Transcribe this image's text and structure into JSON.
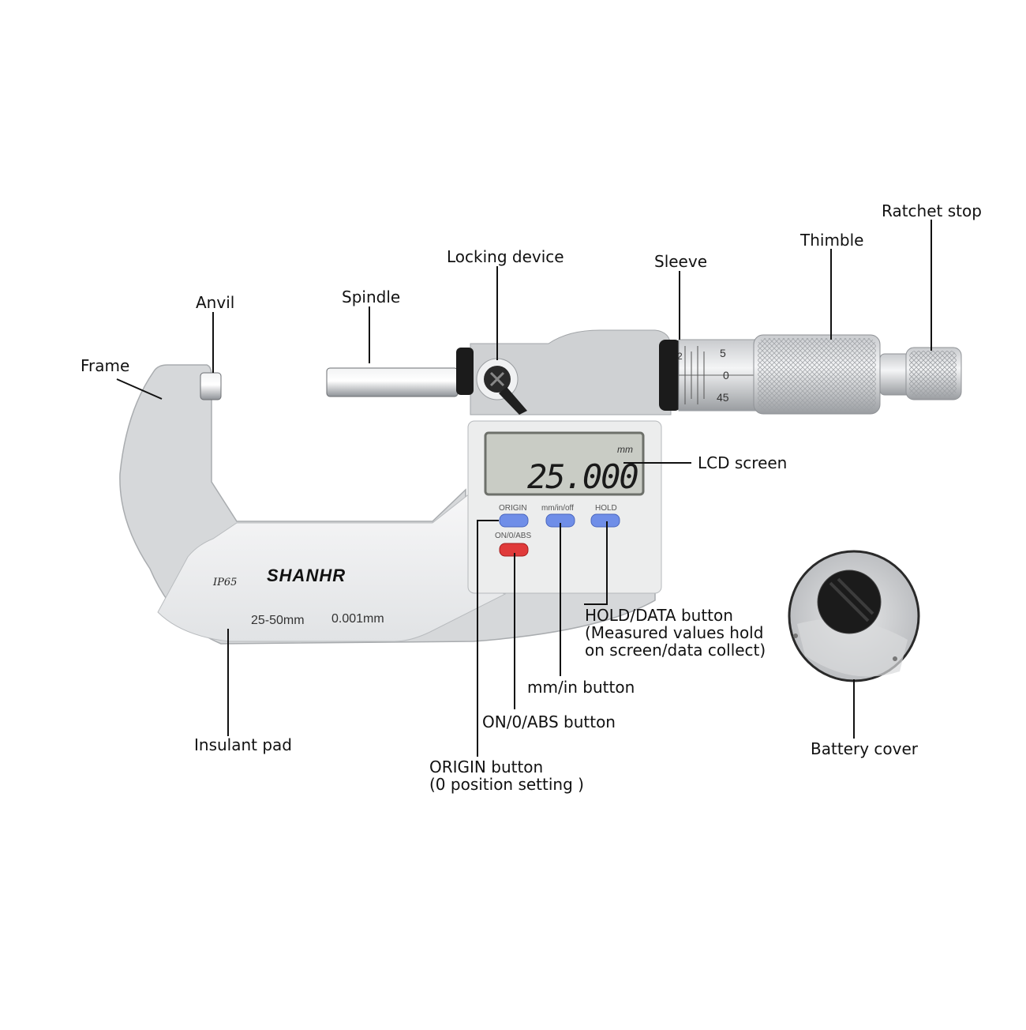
{
  "labels": {
    "ratchet_stop": "Ratchet stop",
    "thimble": "Thimble",
    "sleeve": "Sleeve",
    "locking_device": "Locking device",
    "spindle": "Spindle",
    "anvil": "Anvil",
    "frame": "Frame",
    "lcd_screen": "LCD screen",
    "hold_button": "HOLD/DATA button\n(Measured values hold\non screen/data collect)",
    "mm_in_button": "mm/in button",
    "on_button": "ON/0/ABS button",
    "origin_button": "ORIGIN button\n(0 position setting )",
    "insulant_pad": "Insulant pad",
    "battery_cover": "Battery cover"
  },
  "device": {
    "brand": "SHANHR",
    "ip_rating": "IP65",
    "range": "25-50mm",
    "resolution": "0.001mm",
    "lcd_value": "25.000",
    "lcd_unit": "mm",
    "btn_origin": "ORIGIN",
    "btn_mm_in": "mm/in/off",
    "btn_hold": "HOLD",
    "btn_on": "ON/0/ABS",
    "sleeve_scale": [
      "2",
      "5",
      "0",
      "45"
    ]
  },
  "colors": {
    "frame": "#d6d8da",
    "frame_dark": "#a9acaf",
    "button_blue": "#6f8ee8",
    "button_red": "#e03a3a",
    "lcd": "#c9ccc5"
  }
}
